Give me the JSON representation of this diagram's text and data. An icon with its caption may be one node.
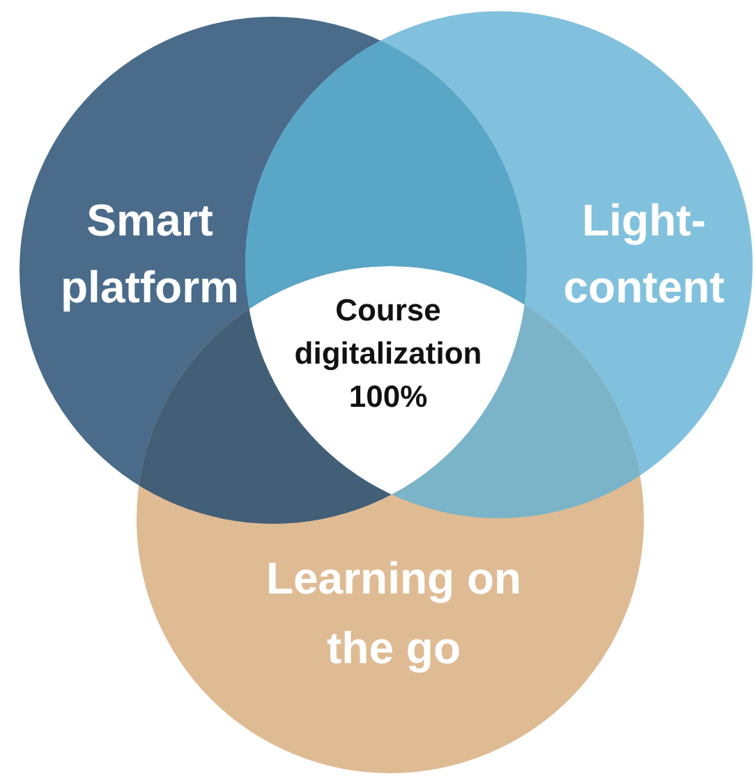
{
  "diagram": {
    "nodes": [
      {
        "text": [
          "Smart platform"
        ]
      },
      {
        "text": [
          "Light-content"
        ]
      },
      {
        "text": [
          "Learning on the go"
        ]
      },
      {
        "text": [
          "Course digitalization 100%"
        ]
      }
    ],
    "edges": []
  }
}
